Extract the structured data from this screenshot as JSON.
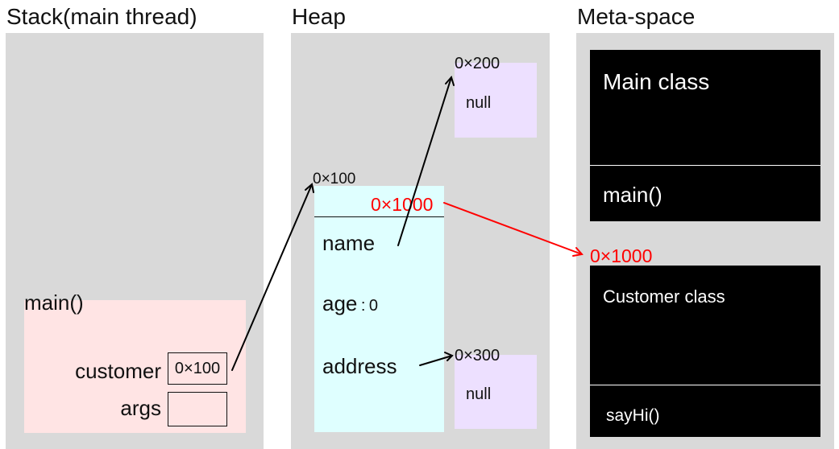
{
  "colors": {
    "panel": "#d9d9d9",
    "frame": "#ffe4e4",
    "object": "#dfffff",
    "string_box": "#ede0ff",
    "class_box": "#000000",
    "pointer": "#000000",
    "class_pointer": "#ff0000"
  },
  "stack": {
    "title": "Stack(main thread)",
    "frame": {
      "name": "main()",
      "vars": [
        {
          "name": "customer",
          "value": "0×100"
        },
        {
          "name": "args",
          "value": ""
        }
      ]
    }
  },
  "heap": {
    "title": "Heap",
    "object": {
      "address": "0×100",
      "class_ref": "0×1000",
      "fields": {
        "name": "name",
        "age_label": "age",
        "age_sep": ":",
        "age_value": "0",
        "address": "address"
      }
    },
    "name_string": {
      "address": "0×200",
      "value": "null"
    },
    "address_string": {
      "address": "0×300",
      "value": "null"
    }
  },
  "metaspace": {
    "title": "Meta-space",
    "main_class": {
      "name": "Main class",
      "method": "main()"
    },
    "customer_class": {
      "address": "0×1000",
      "name": "Customer class",
      "method": "sayHi()"
    }
  }
}
